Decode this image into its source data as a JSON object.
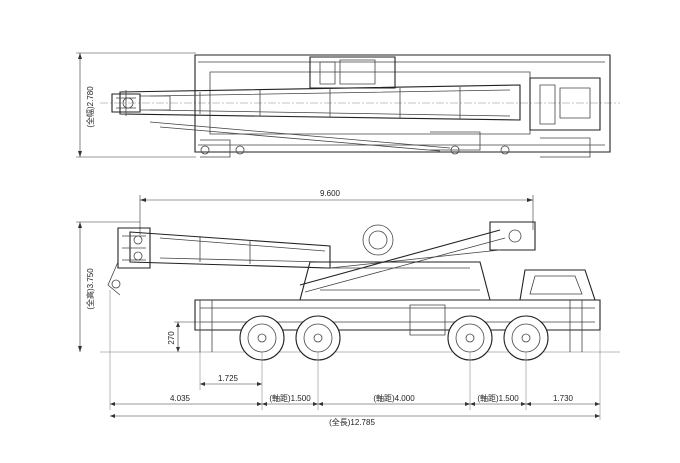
{
  "top_view": {
    "overall_width": "(全幅)2.780"
  },
  "side_view": {
    "boom_dim": "9.600",
    "overall_height": "(全高)3.750",
    "ground_clearance": "270",
    "front_axle_offset": "1.725",
    "front_overhang": "4.035",
    "wheelbase_front": "(軸距)1.500",
    "wheelbase_center": "(軸距)4.000",
    "wheelbase_rear": "(軸距)1.500",
    "rear_overhang": "1.730",
    "overall_length": "(全長)12.785"
  },
  "colors": {
    "line": "#444444",
    "background": "#ffffff"
  }
}
